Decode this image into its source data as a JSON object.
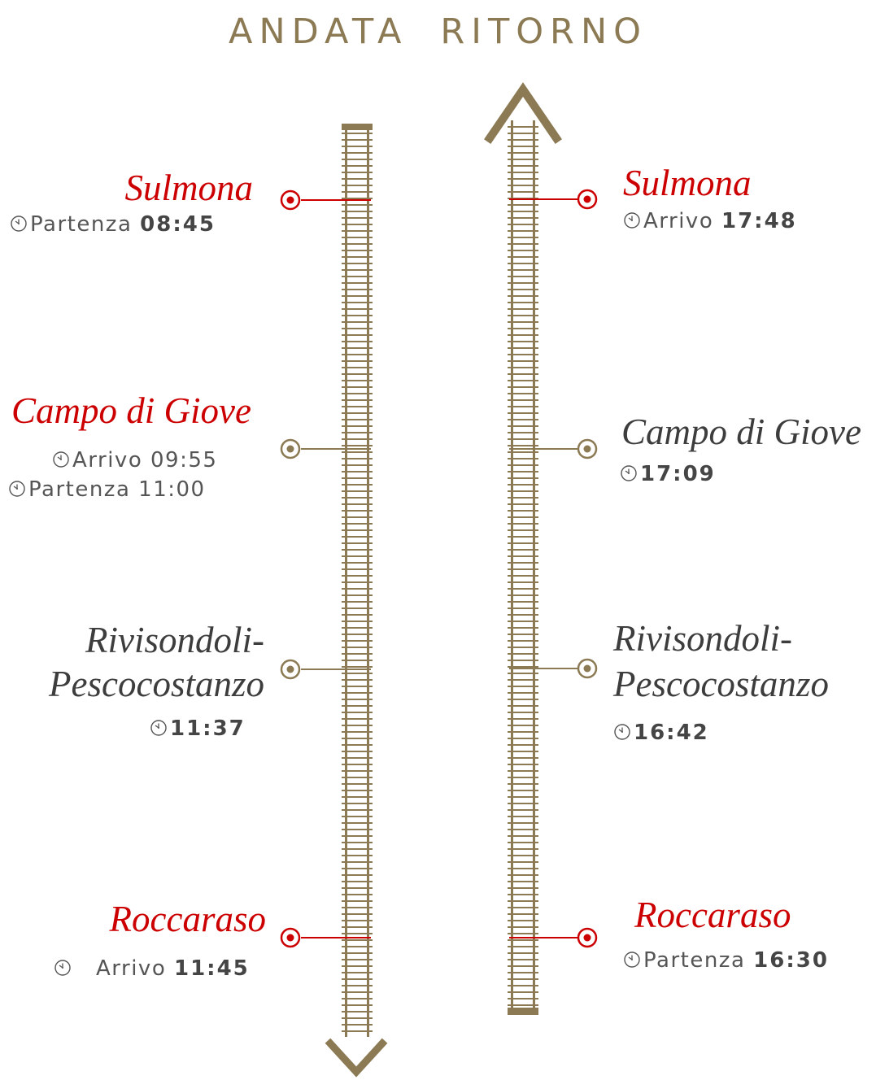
{
  "header": {
    "andata": "ANDATA",
    "ritorno": "RITORNO"
  },
  "colors": {
    "gold": "#8b7a53",
    "red": "#cc0000"
  },
  "andata": {
    "sulmona": {
      "name": "Sulmona",
      "label": "Partenza",
      "time": "08:45"
    },
    "campo": {
      "name": "Campo di Giove",
      "arr_label": "Arrivo",
      "arr_time": "09:55",
      "dep_label": "Partenza",
      "dep_time": "11:00"
    },
    "rivisondoli": {
      "name1": "Rivisondoli-",
      "name2": "Pescocostanzo",
      "time": "11:37"
    },
    "roccaraso": {
      "name": "Roccaraso",
      "label": "Arrivo",
      "time": "11:45"
    }
  },
  "ritorno": {
    "sulmona": {
      "name": "Sulmona",
      "label": "Arrivo",
      "time": "17:48"
    },
    "campo": {
      "name": "Campo di Giove",
      "time": "17:09"
    },
    "rivisondoli": {
      "name1": "Rivisondoli-",
      "name2": "Pescocostanzo",
      "time": "16:42"
    },
    "roccaraso": {
      "name": "Roccaraso",
      "label": "Partenza",
      "time": "16:30"
    }
  },
  "icons": [
    "clock-icon",
    "station-marker-icon",
    "arrow-down-icon",
    "arrow-up-icon"
  ]
}
